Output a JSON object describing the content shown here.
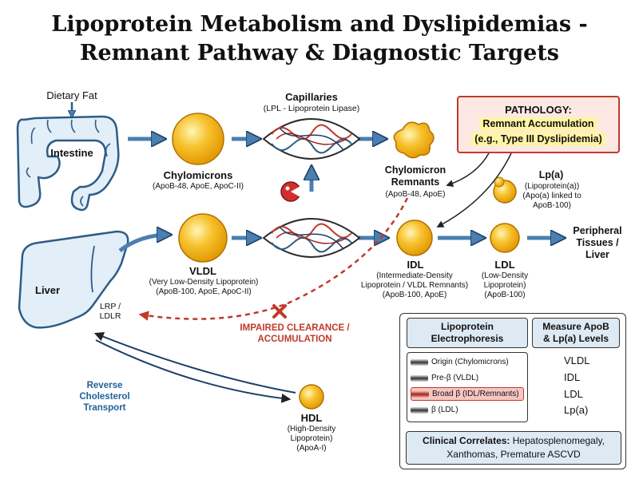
{
  "title": {
    "line1": "Lipoprotein Metabolism and Dyslipidemias -",
    "line2": "Remnant Pathway & Diagnostic Targets"
  },
  "intestine": {
    "input_label": "Dietary Fat",
    "label": "Intestine"
  },
  "capillaries": {
    "label": "Capillaries",
    "sub": "(LPL - Lipoprotein Lipase)"
  },
  "chylomicrons": {
    "label": "Chylomicrons",
    "sub": "(ApoB-48, ApoE, ApoC-II)"
  },
  "chylomicron_remnants": {
    "label1": "Chylomicron",
    "label2": "Remnants",
    "sub": "(ApoB-48, ApoE)"
  },
  "pathology": {
    "title": "PATHOLOGY:",
    "line1": "Remnant Accumulation",
    "line2": "(e.g., Type III Dyslipidemia)"
  },
  "lpa": {
    "label": "Lp(a)",
    "sub1": "(Lipoprotein(a))",
    "sub2": "(Apo(a) linked to",
    "sub3": "ApoB-100)"
  },
  "liver": {
    "label": "Liver",
    "receptor1": "LRP /",
    "receptor2": "LDLR"
  },
  "vldl": {
    "label": "VLDL",
    "sub1": "(Very Low-Density Lipoprotein)",
    "sub2": "(ApoB-100, ApoE, ApoC-II)"
  },
  "idl": {
    "label": "IDL",
    "sub1": "(Intermediate-Density",
    "sub2": "Lipoprotein / VLDL Remnants)",
    "sub3": "(ApoB-100, ApoE)"
  },
  "ldl": {
    "label": "LDL",
    "sub1": "(Low-Density",
    "sub2": "Lipoprotein)",
    "sub3": "(ApoB-100)"
  },
  "peripheral": {
    "line1": "Peripheral",
    "line2": "Tissues /",
    "line3": "Liver"
  },
  "impaired": {
    "line1": "IMPAIRED CLEARANCE /",
    "line2": "ACCUMULATION"
  },
  "rct": {
    "line1": "Reverse",
    "line2": "Cholesterol",
    "line3": "Transport"
  },
  "hdl": {
    "label": "HDL",
    "sub1": "(High-Density",
    "sub2": "Lipoprotein)",
    "sub3": "(ApoA-I)"
  },
  "diagnostics": {
    "electrophoresis_title1": "Lipoprotein",
    "electrophoresis_title2": "Electrophoresis",
    "measure_title1": "Measure ApoB",
    "measure_title2": "& Lp(a) Levels",
    "bands": [
      "Origin (Chylomicrons)",
      "Pre-β (VLDL)",
      "Broad β (IDL/Remnants)",
      "β (LDL)"
    ],
    "targets": [
      "VLDL",
      "IDL",
      "LDL",
      "Lp(a)"
    ],
    "clinical_label": "Clinical Correlates:",
    "clinical_text1": "Hepatosplenomegaly,",
    "clinical_text2": "Xanthomas, Premature ASCVD"
  },
  "colors": {
    "arrow_blue": "#4a7fb0",
    "lipoprotein_yellow": "#f7c22e",
    "pathology_red": "#c0392b",
    "panel_blue": "#dde9f3",
    "highlight_yellow": "#fff4a3"
  }
}
